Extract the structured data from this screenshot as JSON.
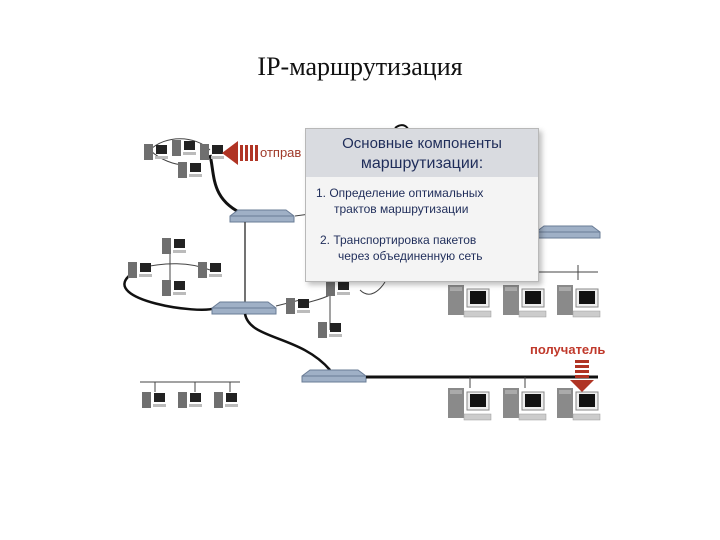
{
  "slide": {
    "title": "IP-маршрутизация"
  },
  "labels": {
    "sender": "отправ",
    "receiver": "получатель"
  },
  "popup": {
    "title_line1": "Основные компоненты",
    "title_line2": "маршрутизации:",
    "item1_line1": "1. Определение оптимальных",
    "item1_line2": "трактов маршрутизации",
    "item2_line1": "2. Транспортировка пакетов",
    "item2_line2": "через объединенную сеть"
  },
  "colors": {
    "arrow": "#b03424",
    "popup_text": "#1f2d5a",
    "router": "#8fa3bd"
  }
}
